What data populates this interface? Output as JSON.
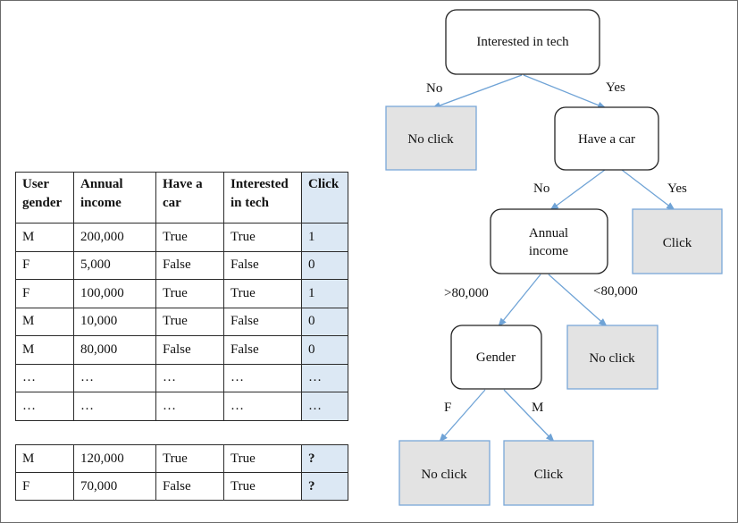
{
  "train_table": {
    "headers": [
      [
        "User",
        "gender"
      ],
      [
        "Annual",
        "income"
      ],
      [
        "Have a",
        "car"
      ],
      [
        "Interested",
        "in tech"
      ],
      [
        "Click",
        ""
      ]
    ],
    "rows": [
      [
        "M",
        "200,000",
        "True",
        "True",
        "1"
      ],
      [
        "F",
        "5,000",
        "False",
        "False",
        "0"
      ],
      [
        "F",
        "100,000",
        "True",
        "True",
        "1"
      ],
      [
        "M",
        "10,000",
        "True",
        "False",
        "0"
      ],
      [
        "M",
        "80,000",
        "False",
        "False",
        "0"
      ],
      [
        "…",
        "…",
        "…",
        "…",
        "…"
      ],
      [
        "…",
        "…",
        "…",
        "…",
        "…"
      ]
    ]
  },
  "test_table": {
    "rows": [
      [
        "M",
        "120,000",
        "True",
        "True",
        "?"
      ],
      [
        "F",
        "70,000",
        "False",
        "True",
        "?"
      ]
    ]
  },
  "tree": {
    "colors": {
      "edge": "#6fa3d6",
      "leaf_fill": "#e3e3e3",
      "leaf_border": "#7aa7d8",
      "node_border": "#222222"
    },
    "nodes": {
      "root": [
        "Interested in tech"
      ],
      "leaf_no_click_1": [
        "No click"
      ],
      "have_car": [
        "Have a car"
      ],
      "annual_income": [
        "Annual",
        "income"
      ],
      "leaf_click_1": [
        "Click"
      ],
      "gender": [
        "Gender"
      ],
      "leaf_no_click_2": [
        "No click"
      ],
      "leaf_no_click_3": [
        "No click"
      ],
      "leaf_click_2": [
        "Click"
      ]
    },
    "edge_labels": {
      "root_no": "No",
      "root_yes": "Yes",
      "car_no": "No",
      "car_yes": "Yes",
      "income_gt": ">80,000",
      "income_lt": "<80,000",
      "gender_f": "F",
      "gender_m": "M"
    }
  }
}
